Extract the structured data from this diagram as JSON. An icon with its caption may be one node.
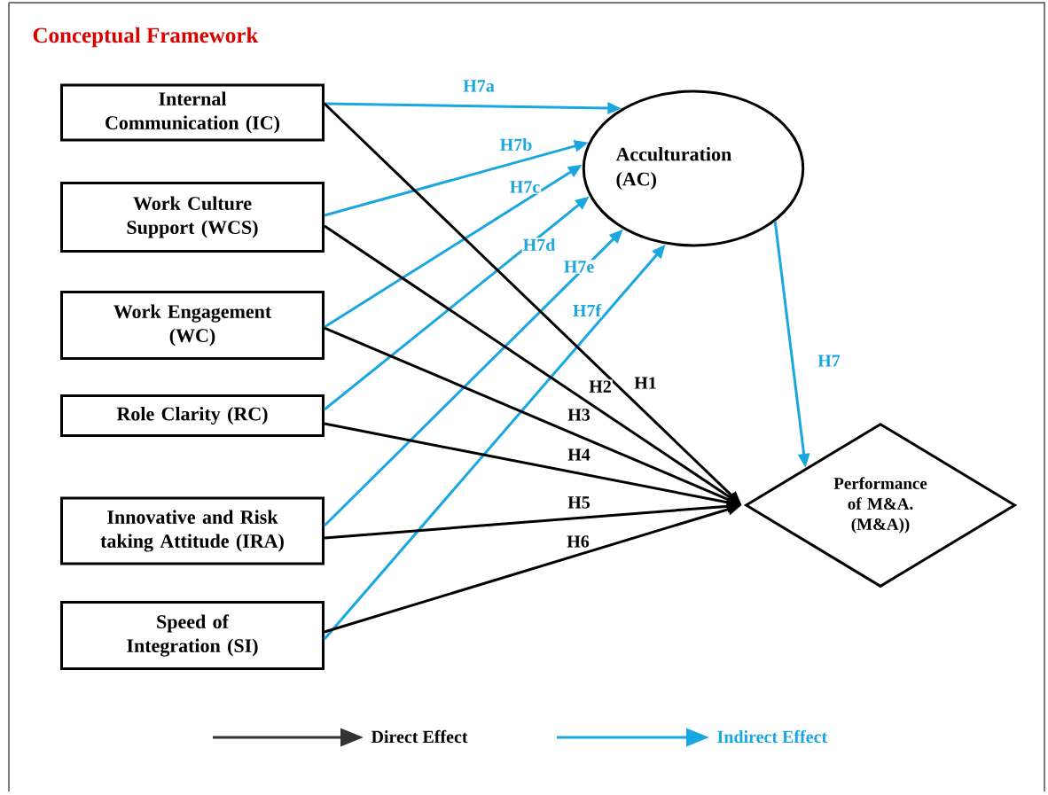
{
  "diagram": {
    "title": "Conceptual Framework",
    "nodes": [
      {
        "text": [
          "Internal Communication (IC)"
        ]
      },
      {
        "text": [
          "Work Culture Support (WCS)"
        ]
      },
      {
        "text": [
          "Work Engagement (WC)"
        ]
      },
      {
        "text": [
          "Role Clarity  (RC)"
        ]
      },
      {
        "text": [
          "Innovative and Risk taking Attitude (IRA)"
        ]
      },
      {
        "text": [
          "Speed of Integration (SI)"
        ]
      },
      {
        "text": [
          "Acculturation (AC)"
        ]
      },
      {
        "text": [
          "Performance of M&A. (M&A))"
        ]
      }
    ],
    "edges": [
      {
        "from": 0,
        "to": 6,
        "arrow": "to",
        "label": "H7a"
      },
      {
        "from": 1,
        "to": 6,
        "arrow": "to",
        "label": "H7b"
      },
      {
        "from": 2,
        "to": 6,
        "arrow": "to",
        "label": "H7c"
      },
      {
        "from": 3,
        "to": 6,
        "arrow": "to",
        "label": "H7d"
      },
      {
        "from": 4,
        "to": 6,
        "arrow": "to",
        "label": "H7e"
      },
      {
        "from": 5,
        "to": 6,
        "arrow": "to",
        "label": "H7f"
      },
      {
        "from": 6,
        "to": 7,
        "arrow": "to",
        "label": "H7"
      },
      {
        "from": 0,
        "to": 7,
        "arrow": "to",
        "label": "H1",
        "color": "#000000"
      },
      {
        "from": 1,
        "to": 7,
        "arrow": "to",
        "label": "H2",
        "color": "#000000"
      },
      {
        "from": 2,
        "to": 7,
        "arrow": "to",
        "label": "H3",
        "color": "#000000"
      },
      {
        "from": 3,
        "to": 7,
        "arrow": "to",
        "label": "H4",
        "color": "#000000"
      },
      {
        "from": 4,
        "to": 7,
        "arrow": "to",
        "label": "H5",
        "color": "#000000"
      },
      {
        "from": 5,
        "to": 7,
        "arrow": "to",
        "label": "H6",
        "color": "#000000"
      }
    ],
    "legend": [
      {
        "text": "Direct Effect"
      },
      {
        "text": "Indirect Effect"
      }
    ]
  }
}
